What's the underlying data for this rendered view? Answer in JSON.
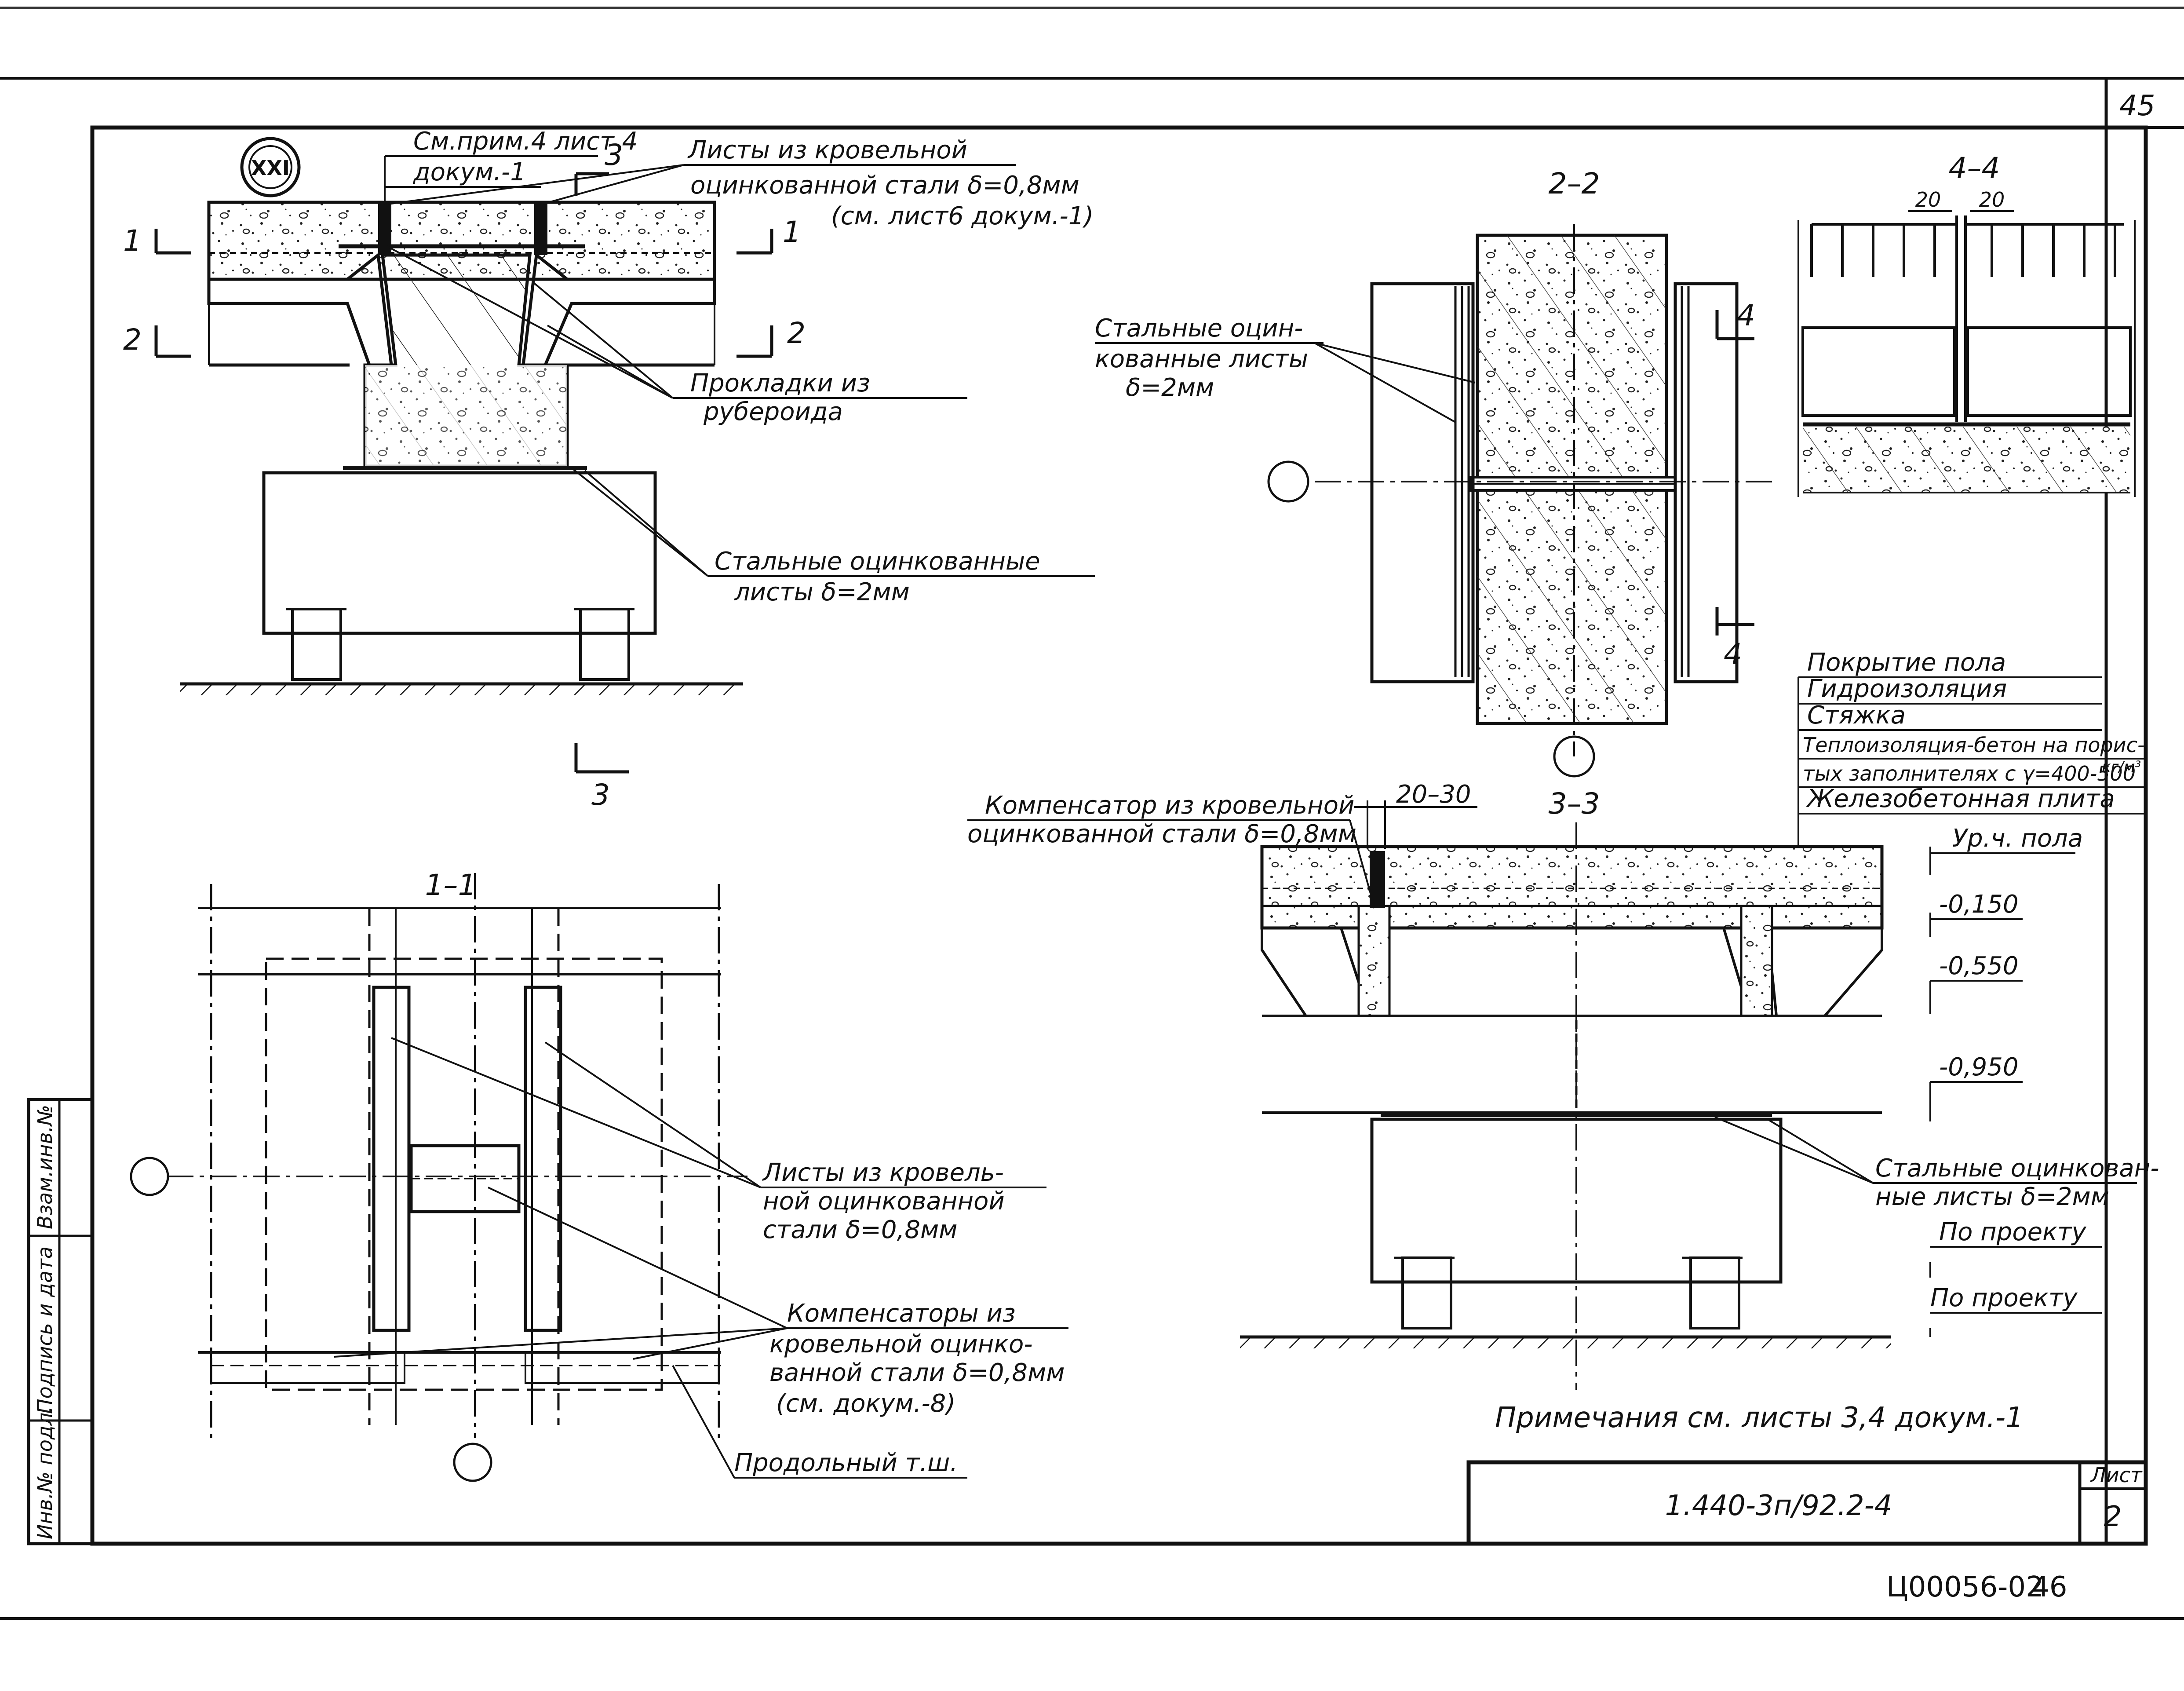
{
  "page_number_top": "45",
  "detail_mark": "XXI",
  "detail_note": {
    "line1": "См.прим.4 лист 4",
    "line2": "докум.-1"
  },
  "section_marks": {
    "one": "1",
    "two": "2",
    "three": "3",
    "four": "4"
  },
  "section_titles": {
    "s22": "2–2",
    "s44": "4–4",
    "s11": "1–1",
    "s33": "3–3"
  },
  "callouts": {
    "roof_sheets_top": {
      "line1": "Листы из кровельной",
      "line2": "оцинкованной стали δ=0,8мм",
      "line3": "(см. лист6 докум.-1)"
    },
    "ruberoid_pads": {
      "line1": "Прокладки из",
      "line2": "рубероида"
    },
    "steel_sheets_top": {
      "line1": "Стальные оцинкованные",
      "line2": "листы δ=2мм"
    },
    "steel_sheets_22": {
      "line1": "Стальные оцин-",
      "line2": "кованные листы",
      "line3": "δ=2мм"
    },
    "dim_4_4_left": "20",
    "dim_4_4_right": "20",
    "floor_layers": [
      "Покрытие пола",
      "Гидроизоляция",
      "Стяжка",
      "Теплоизоляция-бетон на порис-",
      "тых заполнителях с γ=400-500",
      "кг/м³",
      "Железобетонная плита"
    ],
    "compensator_33": {
      "line1": "Компенсатор из кровельной",
      "line2": "оцинкованной стали δ=0,8мм"
    },
    "dim_20_30": "20–30",
    "levels": [
      "Ур.ч. пола",
      "-0,150",
      "-0,550",
      "-0,950"
    ],
    "steel_sheets_33": {
      "line1": "Стальные оцинкован-",
      "line2": "ные листы δ=2мм"
    },
    "by_project_1": "По проекту",
    "by_project_2": "По проекту",
    "roof_sheets_11": {
      "line1": "Листы из кровель-",
      "line2": "ной оцинкованной",
      "line3": "стали δ=0,8мм"
    },
    "compensators_11": {
      "line1": "Компенсаторы из",
      "line2": "кровельной оцинко-",
      "line3": "ванной стали δ=0,8мм",
      "line4": "(см. докум.-8)"
    },
    "longitudinal_joint": "Продольный т.ш."
  },
  "note": "Примечания см. листы 3,4 докум.-1",
  "title_block": {
    "code": "1.440-3п/92.2-4",
    "sheet_label": "Лист",
    "sheet_no": "2"
  },
  "left_stamp": [
    "Инв.№ подл.",
    "Подпись и дата",
    "Взам.инв.№"
  ],
  "archive_code": "Ц00056-02",
  "archive_page": "46"
}
